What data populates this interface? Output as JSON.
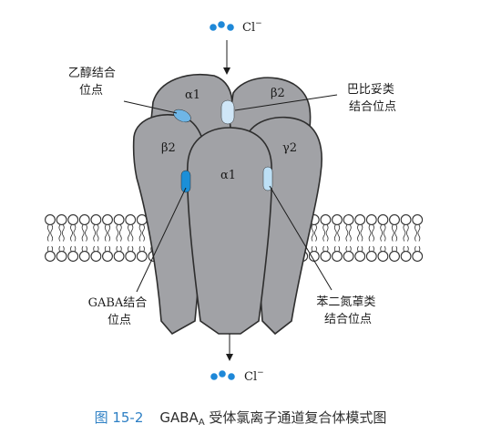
{
  "ion_top": {
    "text": "Cl",
    "superscript": "−"
  },
  "ion_bottom": {
    "text": "Cl",
    "superscript": "−"
  },
  "subunits": {
    "alpha1_back": "α1",
    "beta2_back": "β2",
    "beta2_left": "β2",
    "alpha1_front": "α1",
    "gamma2_right": "γ2"
  },
  "callouts": {
    "ethanol_site": [
      "乙醇结合",
      "位点"
    ],
    "barbiturate_site": [
      "巴比妥类",
      "结合位点"
    ],
    "gaba_site": [
      "GABA结合",
      "位点"
    ],
    "benzodiazepine_site": [
      "苯二氮䓬类",
      "结合位点"
    ]
  },
  "caption": {
    "figure_number": "图 15-2",
    "title_prefix": "GABA",
    "title_subscript": "A",
    "title_suffix": " 受体氯离子通道复合体模式图"
  },
  "colors": {
    "subunit_fill": "#a1a2a6",
    "outline": "#2e2e2e",
    "ion_blue": "#1e88d8",
    "light_blue_site": "#cfe6f7",
    "mid_blue_site": "#6fb6e6",
    "dark_blue_site": "#1b8fd8",
    "caption_blue": "#2d7fc4"
  }
}
